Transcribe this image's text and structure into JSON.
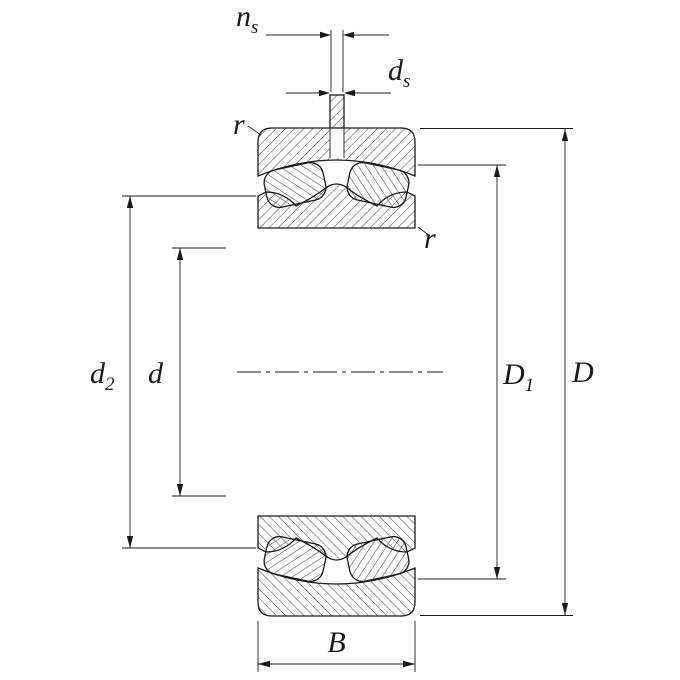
{
  "labels": {
    "ns": {
      "main": "n",
      "sub": "s"
    },
    "ds": {
      "main": "d",
      "sub": "s"
    },
    "r_top": "r",
    "r_right": "r",
    "d2": {
      "main": "d",
      "sub": "2"
    },
    "d": "d",
    "D1": {
      "main": "D",
      "sub": "1"
    },
    "D": "D",
    "B": "B"
  },
  "colors": {
    "line": "#1a1a1a",
    "background": "#ffffff"
  }
}
